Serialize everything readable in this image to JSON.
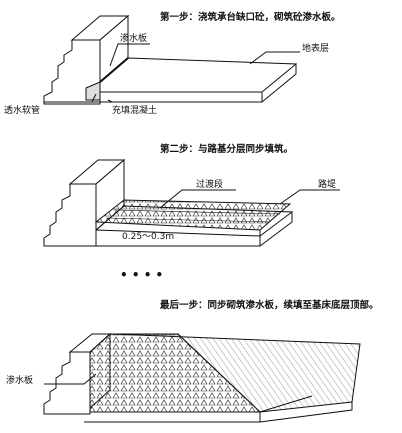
{
  "steps": {
    "step1": {
      "text": "第一步：浇筑承台缺口砼，砌筑砼渗水板。",
      "labels": {
        "seepage_board": "渗水板",
        "ground_surface": "地表层",
        "drain_pipe": "透水软管",
        "fill_concrete": "充填混凝土"
      }
    },
    "step2": {
      "text": "第二步：与路基分层同步填筑。",
      "labels": {
        "transition": "过渡段",
        "embankment": "路堤",
        "layer_thickness": "0.25～0.3m"
      }
    },
    "ellipsis": "• • • •",
    "step3": {
      "text": "最后一步：同步砌筑渗水板，续填至基床底层顶部。",
      "labels": {
        "seepage_board": "渗水板"
      }
    }
  },
  "colors": {
    "line": "#111111",
    "background": "#ffffff"
  }
}
